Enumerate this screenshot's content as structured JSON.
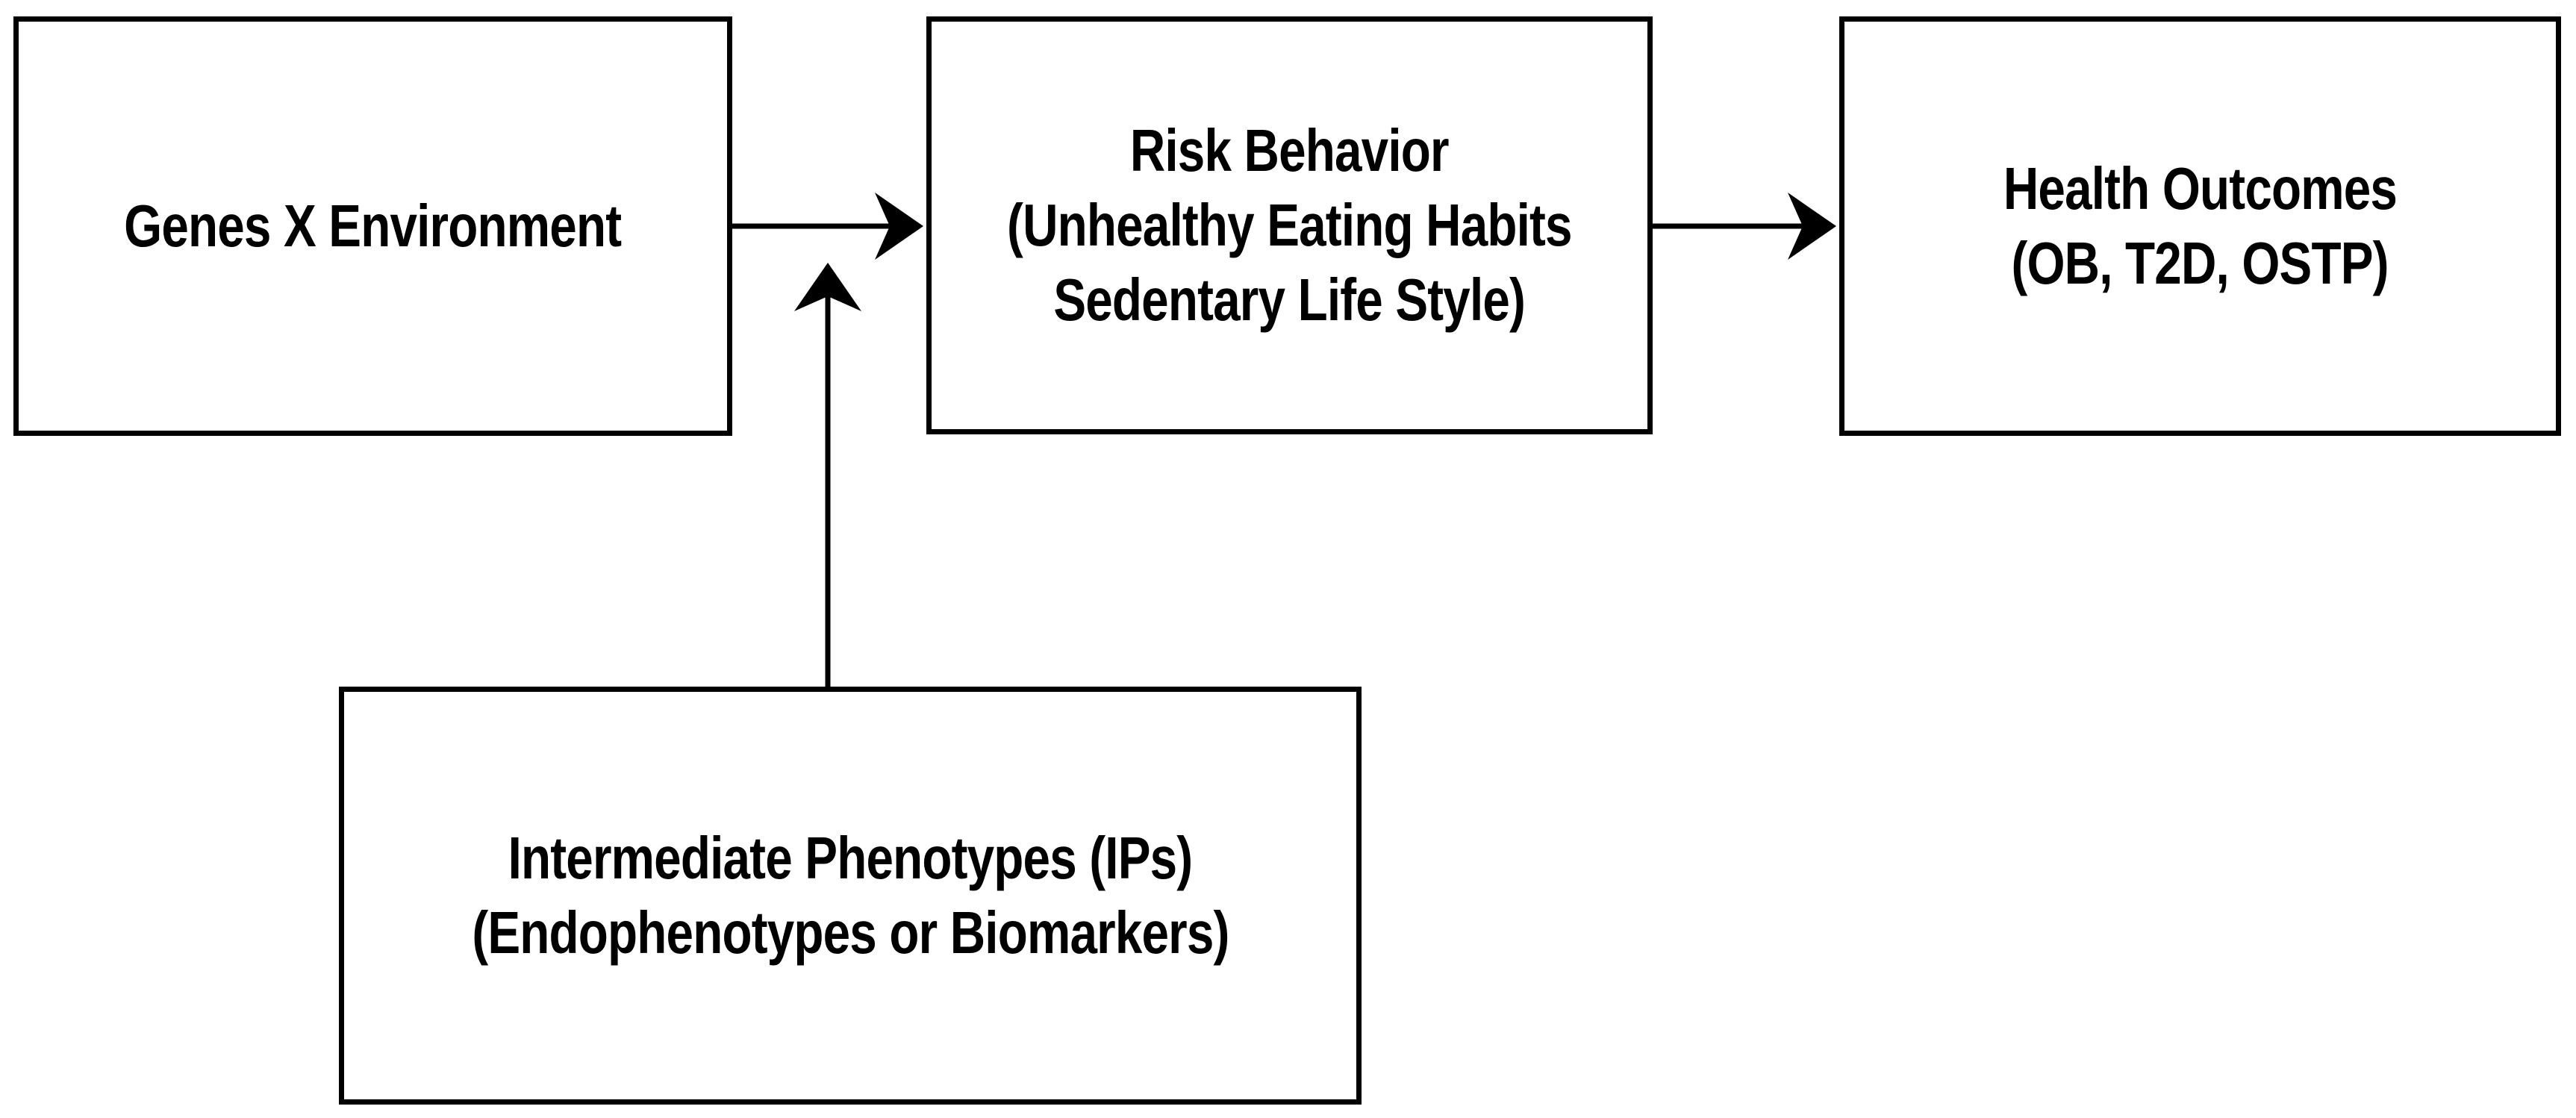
{
  "diagram": {
    "nodes": {
      "genes_environment": {
        "lines": [
          "Genes X Environment"
        ]
      },
      "risk_behavior": {
        "lines": [
          "Risk Behavior",
          "(Unhealthy Eating Habits",
          "Sedentary Life Style)"
        ]
      },
      "health_outcomes": {
        "lines": [
          "Health Outcomes",
          "(OB, T2D, OSTP)"
        ]
      },
      "intermediate_phenotypes": {
        "lines": [
          "Intermediate Phenotypes (IPs)",
          "(Endophenotypes or Biomarkers)"
        ]
      }
    },
    "edges": [
      {
        "from": "genes_environment",
        "to": "risk_behavior"
      },
      {
        "from": "risk_behavior",
        "to": "health_outcomes"
      },
      {
        "from": "intermediate_phenotypes",
        "to": "genes_environment->risk_behavior"
      }
    ],
    "colors": {
      "stroke": "#000000",
      "background": "#ffffff"
    }
  }
}
